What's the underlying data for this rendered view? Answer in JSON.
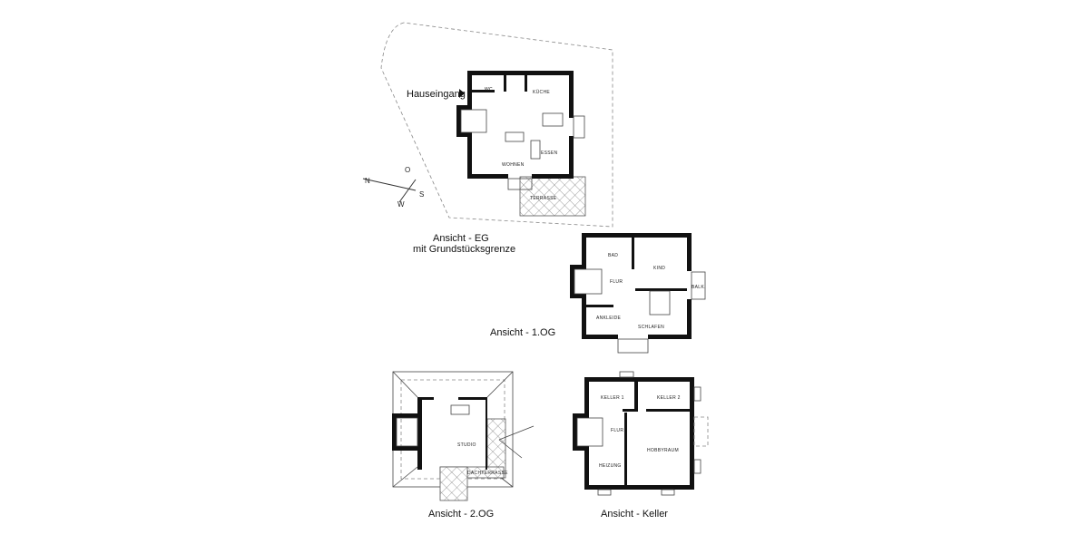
{
  "labels": {
    "entrance": "Hauseingang",
    "eg_title": "Ansicht - EG",
    "eg_subtitle": "mit Grundstücksgrenze",
    "og1_title": "Ansicht - 1.OG",
    "og2_title": "Ansicht - 2.OG",
    "keller_title": "Ansicht - Keller"
  },
  "compass": {
    "n": "N",
    "o": "O",
    "s": "S",
    "w": "W"
  },
  "rooms": {
    "eg": {
      "wc": "WC",
      "kueche": "KÜCHE",
      "wohnen": "WOHNEN",
      "essen": "ESSEN",
      "terrasse": "TERRASSE"
    },
    "og1": {
      "bad": "BAD",
      "kind": "KIND",
      "flur": "FLUR",
      "ankleide": "ANKLEIDE",
      "schlafen": "SCHLAFEN",
      "balk": "BALK."
    },
    "og2": {
      "studio": "STUDIO",
      "dachterrasse": "DACHTERRASSE"
    },
    "keller": {
      "keller1": "KELLER 1",
      "keller2": "KELLER 2",
      "flur": "FLUR",
      "hobbyraum": "HOBBYRAUM",
      "heizung": "HEIZUNG"
    }
  }
}
